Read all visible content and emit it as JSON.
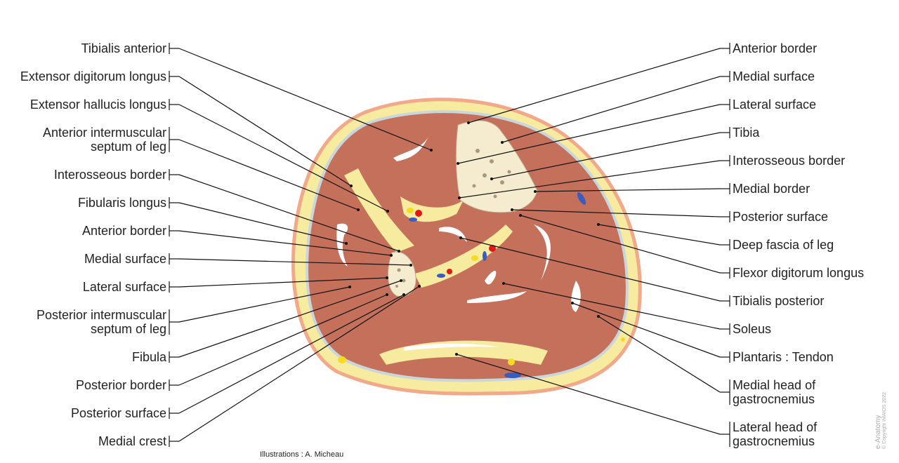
{
  "left_labels": [
    {
      "text": "Tibialis anterior"
    },
    {
      "text": "Extensor digitorum longus"
    },
    {
      "text": "Extensor hallucis longus"
    },
    {
      "text": "Anterior intermuscular\nseptum of leg"
    },
    {
      "text": "Interosseous border"
    },
    {
      "text": "Fibularis longus"
    },
    {
      "text": "Anterior border"
    },
    {
      "text": "Medial surface"
    },
    {
      "text": "Lateral surface"
    },
    {
      "text": "Posterior intermuscular\nseptum of leg"
    },
    {
      "text": "Fibula"
    },
    {
      "text": "Posterior border"
    },
    {
      "text": "Posterior surface"
    },
    {
      "text": "Medial crest"
    }
  ],
  "right_labels": [
    {
      "text": "Anterior border"
    },
    {
      "text": "Medial surface"
    },
    {
      "text": "Lateral surface"
    },
    {
      "text": "Tibia"
    },
    {
      "text": "Interosseous border"
    },
    {
      "text": "Medial border"
    },
    {
      "text": "Posterior surface"
    },
    {
      "text": "Deep fascia of leg"
    },
    {
      "text": "Flexor digitorum longus"
    },
    {
      "text": "Tibialis posterior"
    },
    {
      "text": "Soleus"
    },
    {
      "text": "Plantaris : Tendon"
    },
    {
      "text": "Medial head of\ngastrocnemius"
    },
    {
      "text": "Lateral head of\ngastrocnemius"
    }
  ],
  "credit": "Illustrations : A. Micheau",
  "watermark": {
    "brand": "e-Anatomy",
    "copyright": "© Copyright IMAIOS 2022"
  },
  "colors": {
    "skin": "#f2a98a",
    "fat": "#f7eba0",
    "muscle": "#c4705a",
    "bone": "#f5ecd0",
    "fascia": "#c9d6dc",
    "artery": "#e01818",
    "vein": "#3a5bc0",
    "nerve": "#f5dc1e"
  }
}
